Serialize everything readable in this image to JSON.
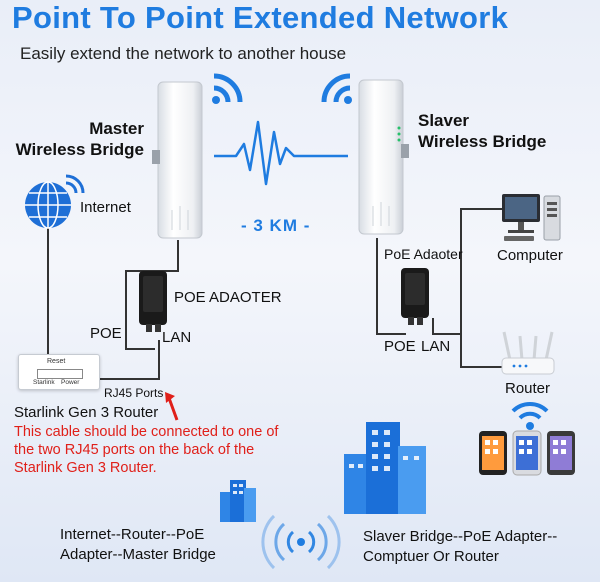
{
  "header": {
    "title": "Point To Point Extended Network",
    "subtitle": "Easily extend the network to another house"
  },
  "master": {
    "label_line1": "Master",
    "label_line2": "Wireless Bridge"
  },
  "slaver": {
    "label_line1": "Slaver",
    "label_line2": "Wireless Bridge"
  },
  "distance": "- 3 KM -",
  "left_side": {
    "internet": "Internet",
    "poe_adapter": "POE ADAOTER",
    "poe": "POE",
    "lan": "LAN",
    "router_reset": "Reset",
    "router_starlink": "Starlink",
    "router_power": "Power",
    "rj45": "RJ45 Ports",
    "router_name": "Starlink Gen 3 Router",
    "note_line1": "This cable should be connected to one of",
    "note_line2": "the two RJ45 ports on the back of the",
    "note_line3": "Starlink Gen 3 Router."
  },
  "right_side": {
    "poe_adapter": "PoE Adaoter",
    "computer": "Computer",
    "poe": "POE",
    "lan": "LAN",
    "router": "Router"
  },
  "footer": {
    "left_line1": "Internet--Router--PoE",
    "left_line2": "Adapter--Master Bridge",
    "right_line1": "Slaver Bridge--PoE Adapter--",
    "right_line2": "Comptuer Or Router"
  },
  "colors": {
    "accent": "#1f7ce0",
    "warning": "#e0201a"
  }
}
